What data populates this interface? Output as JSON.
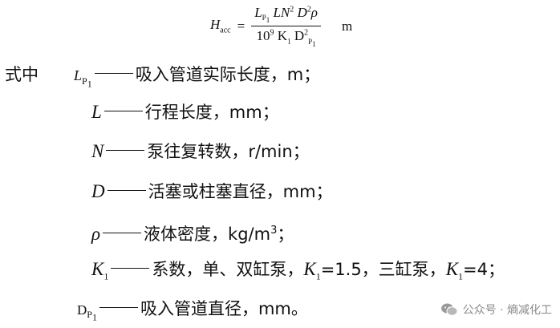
{
  "formula": {
    "lhs": "H",
    "lhs_sub": "acc",
    "num_a": "L",
    "num_a_sub": "P",
    "num_a_subsub": "1",
    "num_b": "LN",
    "num_b_sup": "2",
    "num_c": "D",
    "num_c_sup": "2",
    "num_d": "ρ",
    "den_a": "10",
    "den_a_sup": "9",
    "den_b": "K",
    "den_b_sub": "1",
    "den_c": "D",
    "den_c_sup": "2",
    "den_c_sub": "P",
    "den_c_subsub": "1",
    "unit": "m"
  },
  "lines": {
    "prefix": "式中",
    "l0_sym": "L",
    "l0_sub": "P",
    "l0_subsub": "1",
    "l0_desc": "吸入管道实际长度，m；",
    "l1_sym": "L",
    "l1_desc": "行程长度，mm；",
    "l2_sym": "N",
    "l2_desc": "泵往复转数，r/min；",
    "l3_sym": "D",
    "l3_desc": "活塞或柱塞直径，mm；",
    "l4_sym": "ρ",
    "l4_desc_a": "液体密度，kg/m",
    "l4_desc_sup": "3",
    "l4_desc_b": "；",
    "l5_sym": "K",
    "l5_sub": "1",
    "l5_desc_a": "系数，单、双缸泵，",
    "l5_k1": "K",
    "l5_k1_sub": "1",
    "l5_desc_b": "=1.5，三缸泵，",
    "l5_k2": "K",
    "l5_k2_sub": "1",
    "l5_desc_c": "=4；",
    "l6_sym": "D",
    "l6_sub": "P",
    "l6_subsub": "1",
    "l6_desc": "吸入管道直径，mm。"
  },
  "watermark": {
    "text": "公众号 · 熵减化工",
    "icon": "wechat-icon"
  }
}
